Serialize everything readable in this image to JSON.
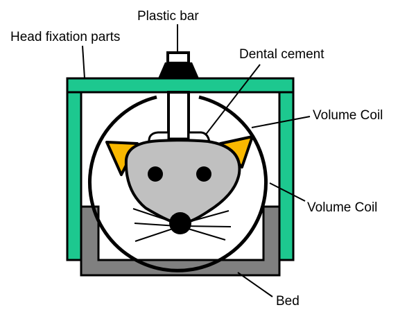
{
  "labels": {
    "plastic_bar": "Plastic bar",
    "head_fixation": "Head fixation parts",
    "dental_cement": "Dental cement",
    "volume_coil_1": "Volume Coil",
    "volume_coil_2": "Volume Coil",
    "bed": "Bed"
  },
  "colors": {
    "fixation": "#1DC88F",
    "bed": "#808080",
    "head": "#C0C0C0",
    "ears": "#F9B800"
  }
}
